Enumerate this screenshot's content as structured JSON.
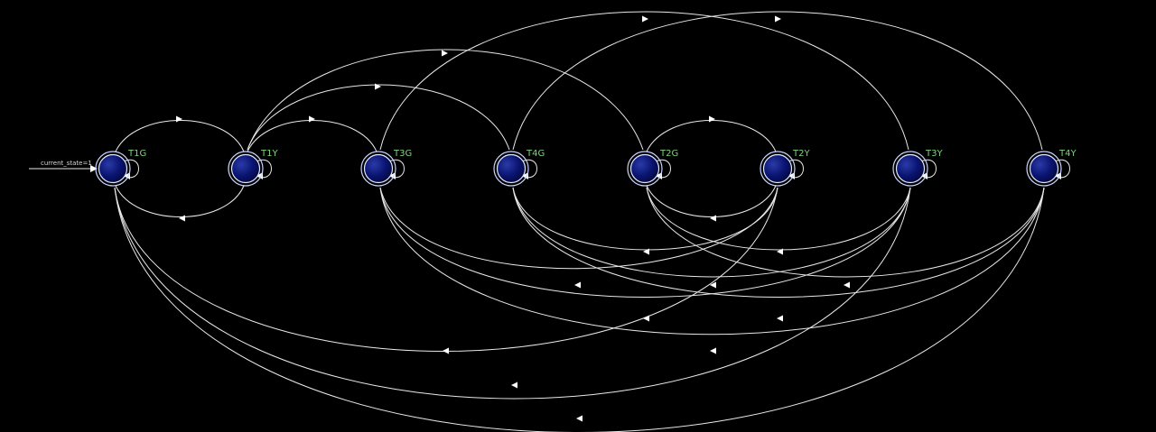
{
  "diagram": {
    "initial_transition": {
      "label": "current_state=1",
      "target": "T1G"
    },
    "states": [
      {
        "id": "T1G",
        "label": "T1G",
        "self_loop": true
      },
      {
        "id": "T1Y",
        "label": "T1Y",
        "self_loop": true
      },
      {
        "id": "T3G",
        "label": "T3G",
        "self_loop": true
      },
      {
        "id": "T4G",
        "label": "T4G",
        "self_loop": true
      },
      {
        "id": "T2G",
        "label": "T2G",
        "self_loop": true
      },
      {
        "id": "T2Y",
        "label": "T2Y",
        "self_loop": true
      },
      {
        "id": "T3Y",
        "label": "T3Y",
        "self_loop": true
      },
      {
        "id": "T4Y",
        "label": "T4Y",
        "self_loop": true
      }
    ],
    "transitions": [
      {
        "from": "T1G",
        "to": "T1Y"
      },
      {
        "from": "T1Y",
        "to": "T1G"
      },
      {
        "from": "T1Y",
        "to": "T3G"
      },
      {
        "from": "T1Y",
        "to": "T4G"
      },
      {
        "from": "T1Y",
        "to": "T2G"
      },
      {
        "from": "T2G",
        "to": "T2Y"
      },
      {
        "from": "T2Y",
        "to": "T2G"
      },
      {
        "from": "T3G",
        "to": "T3Y"
      },
      {
        "from": "T4G",
        "to": "T4Y"
      },
      {
        "from": "T2Y",
        "to": "T1G"
      },
      {
        "from": "T2Y",
        "to": "T3G"
      },
      {
        "from": "T2Y",
        "to": "T4G"
      },
      {
        "from": "T3Y",
        "to": "T1G"
      },
      {
        "from": "T3Y",
        "to": "T2G"
      },
      {
        "from": "T3Y",
        "to": "T3G"
      },
      {
        "from": "T3Y",
        "to": "T4G"
      },
      {
        "from": "T4Y",
        "to": "T1G"
      },
      {
        "from": "T4Y",
        "to": "T2G"
      },
      {
        "from": "T4Y",
        "to": "T3G"
      },
      {
        "from": "T4Y",
        "to": "T4G"
      }
    ],
    "colors": {
      "background": "#000000",
      "edge": "#e8e8e8",
      "node_fill": "#0a1470",
      "node_ring": "#c8d4ff",
      "label": "#7fd37f"
    }
  }
}
